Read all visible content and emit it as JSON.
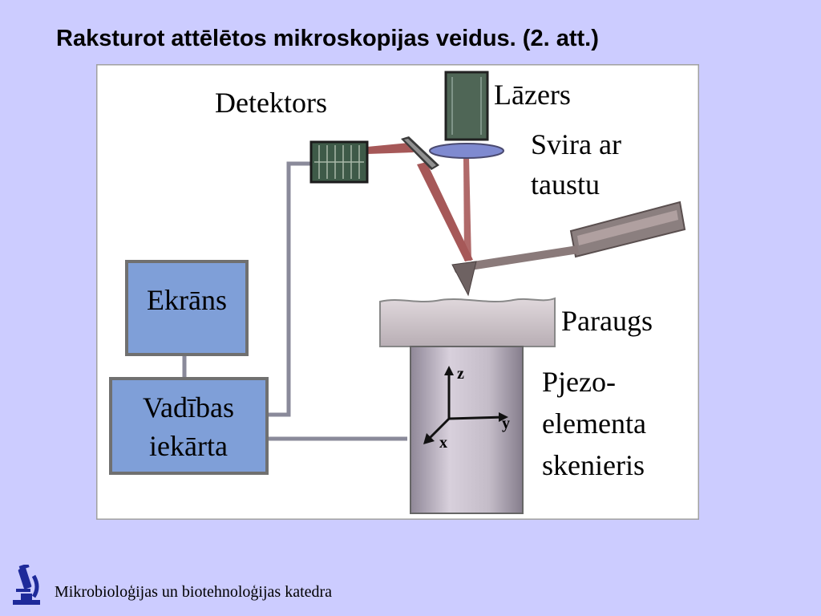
{
  "slide": {
    "title": "Raksturot attēlētos mikroskopijas veidus. (2. att.)"
  },
  "diagram": {
    "labels": {
      "detector": "Detektors",
      "laser": "Lāzers",
      "cantilever_line1": "Svira ar",
      "cantilever_line2": "taustu",
      "screen": "Ekrāns",
      "control_line1": "Vadības",
      "control_line2": "iekārta",
      "sample": "Paraugs",
      "piezo_line1": "Pjezo-",
      "piezo_line2": "elementa",
      "piezo_line3": "skenieris",
      "axis_z": "z",
      "axis_y": "y",
      "axis_x": "x"
    },
    "colors": {
      "background": "#ccccff",
      "panel": "#ffffff",
      "box_fill": "#7f9fd8",
      "wire": "#8a8a9a",
      "beam": "#a06060",
      "piezo": "#c0b8c8"
    }
  },
  "footer": {
    "department": "Mikrobioloģijas un biotehnoloģijas katedra",
    "logo_icon": "microscope-icon"
  }
}
